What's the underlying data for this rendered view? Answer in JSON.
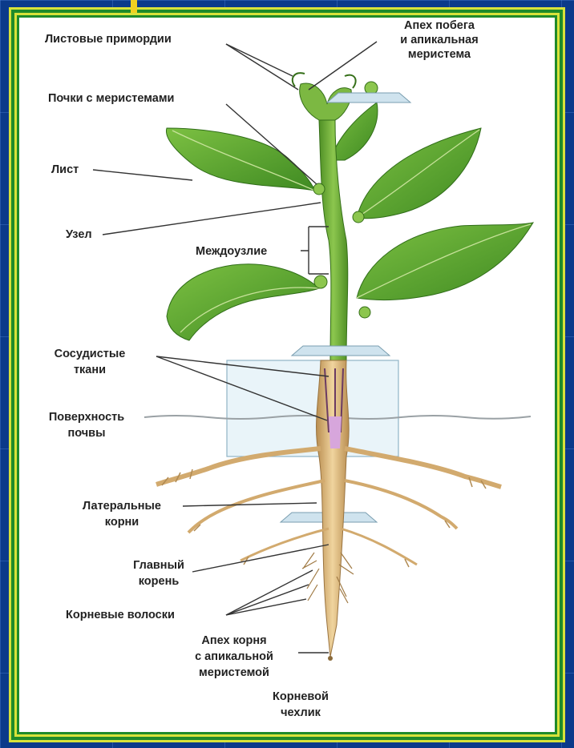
{
  "labels": {
    "apex_shoot_1": "Апех побега",
    "apex_shoot_2": "и апикальная",
    "apex_shoot_3": "меристема",
    "leaf_primordia": "Листовые примордии",
    "buds": "Почки с меристемами",
    "leaf": "Лист",
    "node": "Узел",
    "internode": "Междоузлие",
    "vascular_1": "Сосудистые",
    "vascular_2": "ткани",
    "soil_1": "Поверхность",
    "soil_2": "почвы",
    "lateral_1": "Латеральные",
    "lateral_2": "корни",
    "main_root_1": "Главный",
    "main_root_2": "корень",
    "root_hairs": "Корневые волоски",
    "root_apex_1": "Апех корня",
    "root_apex_2": "с апикальной",
    "root_apex_3": "меристемой",
    "root_cap_1": "Корневой",
    "root_cap_2": "чехлик"
  },
  "colors": {
    "background": "#0b3a8a",
    "frame_green": "#1f8b2a",
    "frame_yellow": "#d8e23a",
    "leaf": "#5aa02c",
    "stem": "#6fae3a",
    "root": "#d9b27a",
    "vascular": "#c9a0d6"
  }
}
